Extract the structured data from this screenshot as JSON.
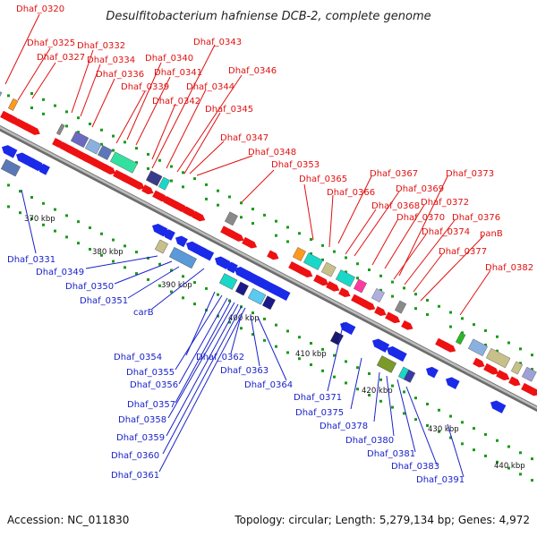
{
  "header": {
    "title": "Desulfitobacterium hafniense DCB-2, complete genome"
  },
  "footer": {
    "accession": "Accession: NC_011830",
    "summary": "Topology: circular; Length: 5,279,134 bp; Genes: 4,972"
  },
  "scale": {
    "ticks": [
      "370 kbp",
      "380 kbp",
      "390 kbp",
      "400 kbp",
      "410 kbp",
      "420 kbp",
      "430 kbp",
      "440 kbp"
    ]
  },
  "colors": {
    "forward": "#e01010",
    "reverse": "#1a22c8",
    "backbone": "#9a9a9a"
  },
  "forward_genes": [
    "Dhaf_0320",
    "Dhaf_0325",
    "Dhaf_0327",
    "Dhaf_0332",
    "Dhaf_0334",
    "Dhaf_0336",
    "Dhaf_0340",
    "Dhaf_0341",
    "Dhaf_0339",
    "Dhaf_0343",
    "Dhaf_0346",
    "Dhaf_0344",
    "Dhaf_0342",
    "Dhaf_0345",
    "Dhaf_0347",
    "Dhaf_0348",
    "Dhaf_0353",
    "Dhaf_0365",
    "Dhaf_0367",
    "Dhaf_0373",
    "Dhaf_0366",
    "Dhaf_0369",
    "Dhaf_0368",
    "Dhaf_0372",
    "Dhaf_0370",
    "Dhaf_0376",
    "Dhaf_0374",
    "panB",
    "Dhaf_0377",
    "Dhaf_0382"
  ],
  "reverse_genes": [
    "Dhaf_0331",
    "Dhaf_0349",
    "Dhaf_0350",
    "Dhaf_0351",
    "carB",
    "Dhaf_0354",
    "Dhaf_0355",
    "Dhaf_0356",
    "Dhaf_0357",
    "Dhaf_0358",
    "Dhaf_0359",
    "Dhaf_0360",
    "Dhaf_0361",
    "Dhaf_0362",
    "Dhaf_0363",
    "Dhaf_0364",
    "Dhaf_0371",
    "Dhaf_0375",
    "Dhaf_0378",
    "Dhaf_0380",
    "Dhaf_0381",
    "Dhaf_0383",
    "Dhaf_0391"
  ]
}
